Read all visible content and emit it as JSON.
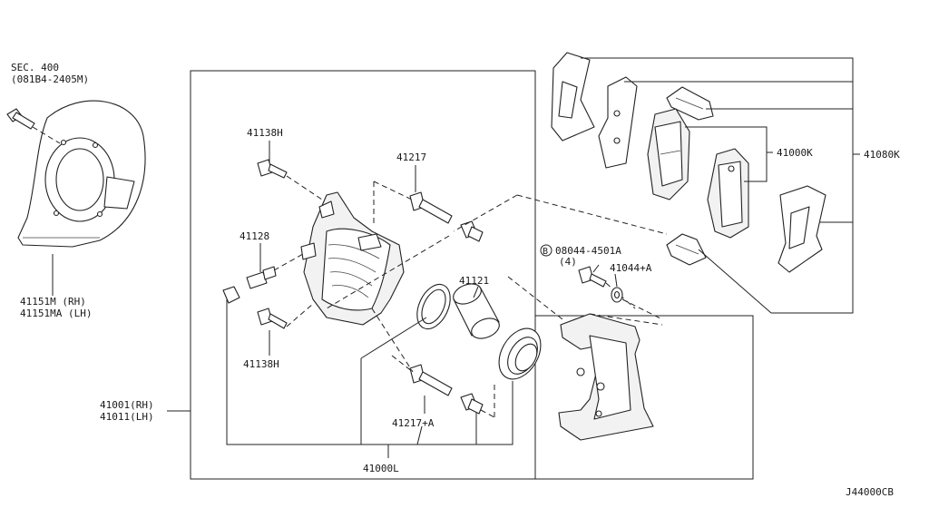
{
  "diagram_id": "J44000CB",
  "labels": {
    "sec_ref": "SEC. 400",
    "sec_ref_part": "(081B4-2405M)",
    "baffle_rh": "41151M  (RH)",
    "baffle_lh": "41151MA (LH)",
    "caliper_rh": "41001(RH)",
    "caliper_lh": "41011(LH)",
    "bolt_upper": "41138H",
    "bolt_lower": "41138H",
    "bleeder": "41128",
    "pin_upper": "41217",
    "pin_lower": "41217+A",
    "piston": "41121",
    "seal_kit": "41000L",
    "pad": "41000K",
    "pad_kit": "41080K",
    "bolt_b": "08044-4501A",
    "bolt_b_qty": "(4)",
    "bolt_b_marker": "B",
    "washer": "41044+A"
  }
}
